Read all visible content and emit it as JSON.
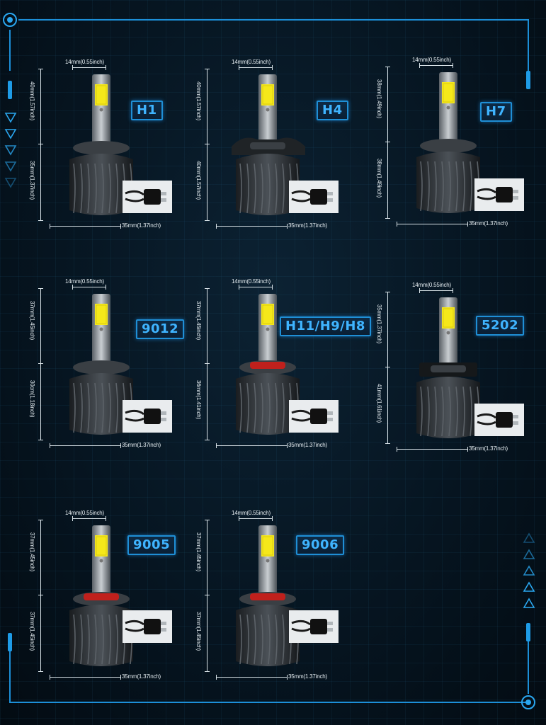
{
  "colors": {
    "accent": "#1e9be6",
    "label_text": "#3fb4ff",
    "chip_yellow": "#f5e81a",
    "heatsink": "#2b2f33"
  },
  "bulbs": [
    {
      "model": "H1",
      "width_top": "14mm(0.55inch)",
      "width_bottom": "35mm(1.37inch)",
      "height_upper": "40mm(1.57inch)",
      "height_lower": "35mm(1.37inch)"
    },
    {
      "model": "H4",
      "width_top": "14mm(0.55inch)",
      "width_bottom": "35mm(1.37inch)",
      "height_upper": "40mm(1.57inch)",
      "height_lower": "40mm(1.57inch)"
    },
    {
      "model": "H7",
      "width_top": "14mm(0.55inch)",
      "width_bottom": "35mm(1.37inch)",
      "height_upper": "38mm(1.49inch)",
      "height_lower": "38mm(1.49inch)"
    },
    {
      "model": "9012",
      "width_top": "14mm(0.55inch)",
      "width_bottom": "35mm(1.37inch)",
      "height_upper": "37mm(1.45inch)",
      "height_lower": "30cm(1.18inch)"
    },
    {
      "model": "H11/H9/H8",
      "width_top": "14mm(0.55inch)",
      "width_bottom": "35mm(1.37inch)",
      "height_upper": "37mm(1.45inch)",
      "height_lower": "36mm(1.41inch)"
    },
    {
      "model": "5202",
      "width_top": "14mm(0.55inch)",
      "width_bottom": "35mm(1.37inch)",
      "height_upper": "35mm(1.37inch)",
      "height_lower": "41mm(1.61inch)"
    },
    {
      "model": "9005",
      "width_top": "14mm(0.55inch)",
      "width_bottom": "35mm(1.37inch)",
      "height_upper": "37mm(1.45inch)",
      "height_lower": "37mm(1.45inch)"
    },
    {
      "model": "9006",
      "width_top": "14mm(0.55inch)",
      "width_bottom": "35mm(1.37inch)",
      "height_upper": "37mm(1.45inch)",
      "height_lower": "37mm(1.45inch)"
    }
  ]
}
